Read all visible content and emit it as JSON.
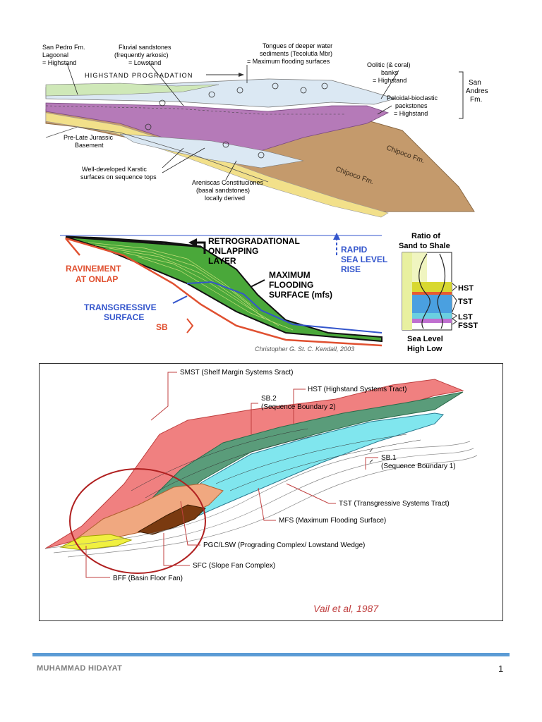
{
  "fig1": {
    "labels": {
      "san_pedro_1": "San Pedro Fm.",
      "san_pedro_2": "Lagoonal",
      "san_pedro_3": "= Highstand",
      "fluvial_1": "Fluvial sandstones",
      "fluvial_2": "(frequently arkosic)",
      "fluvial_3": "= Lowstand",
      "tongues_1": "Tongues of deeper water",
      "tongues_2": "sediments (Tecolutla Mbr)",
      "tongues_3": "= Maximum flooding surfaces",
      "oolitic_1": "Oolitic (& coral)",
      "oolitic_2": "banks",
      "oolitic_3": "= Highstand",
      "highstand_prog": "HIGHSTAND  PROGRADATION",
      "san_andres_1": "San",
      "san_andres_2": "Andres",
      "san_andres_3": "Fm.",
      "peloidal_1": "Peloidal-bioclastic",
      "peloidal_2": "packstones",
      "peloidal_3": "= Highstand",
      "prelate_1": "Pre-Late Jurassic",
      "prelate_2": "Basement",
      "chipoco_1": "Chipoco Fm.",
      "chipoco_2": "Chipoco Fm.",
      "karstic_1": "Well-developed Karstic",
      "karstic_2": "surfaces on sequence tops",
      "areniscas_1": "Areniscas Constituciones",
      "areniscas_2": "(basal sandstones)",
      "areniscas_3": "locally derived"
    }
  },
  "fig2": {
    "labels": {
      "retro_1": "RETROGRADATIONAL",
      "retro_2": "ONLAPPING",
      "retro_3": "LAYER",
      "rapid_1": "RAPID",
      "rapid_2": "SEA LEVEL",
      "rapid_3": "RISE",
      "ravinement_1": "RAVINEMENT",
      "ravinement_2": "AT ONLAP",
      "mfs_1": "MAXIMUM",
      "mfs_2": "FLOODING",
      "mfs_3": "SURFACE (mfs)",
      "ts_1": "TRANSGRESSIVE",
      "ts_2": "SURFACE",
      "sb": "SB",
      "credit": "Christopher G. St. C. Kendall, 2003",
      "ratio_1": "Ratio of",
      "ratio_2": "Sand to Shale",
      "hst": "HST",
      "tst": "TST",
      "lst": "LST",
      "fsst": "FSST",
      "sealevel": "Sea Level",
      "high_low": "High  Low"
    }
  },
  "fig3": {
    "labels": {
      "smst": "SMST (Shelf Margin Systems Sract)",
      "hst": "HST (Highstand Systems Tract)",
      "sb2_1": "SB.2",
      "sb2_2": "(Sequence Boundary 2)",
      "sb1_1": "SB.1",
      "sb1_2": "(Sequence Boundary 1)",
      "tst": "TST (Transgressive Systems Tract)",
      "mfs": "MFS (Maximum Flooding Surface)",
      "pgc": "PGC/LSW (Prograding Complex/ Lowstand Wedge)",
      "sfc": "SFC (Slope Fan Complex)",
      "bff": "BFF (Basin Floor Fan)",
      "credit": "Vail et al, 1987"
    }
  },
  "footer": {
    "author": "MUHAMMAD HIDAYAT",
    "page": "1"
  }
}
